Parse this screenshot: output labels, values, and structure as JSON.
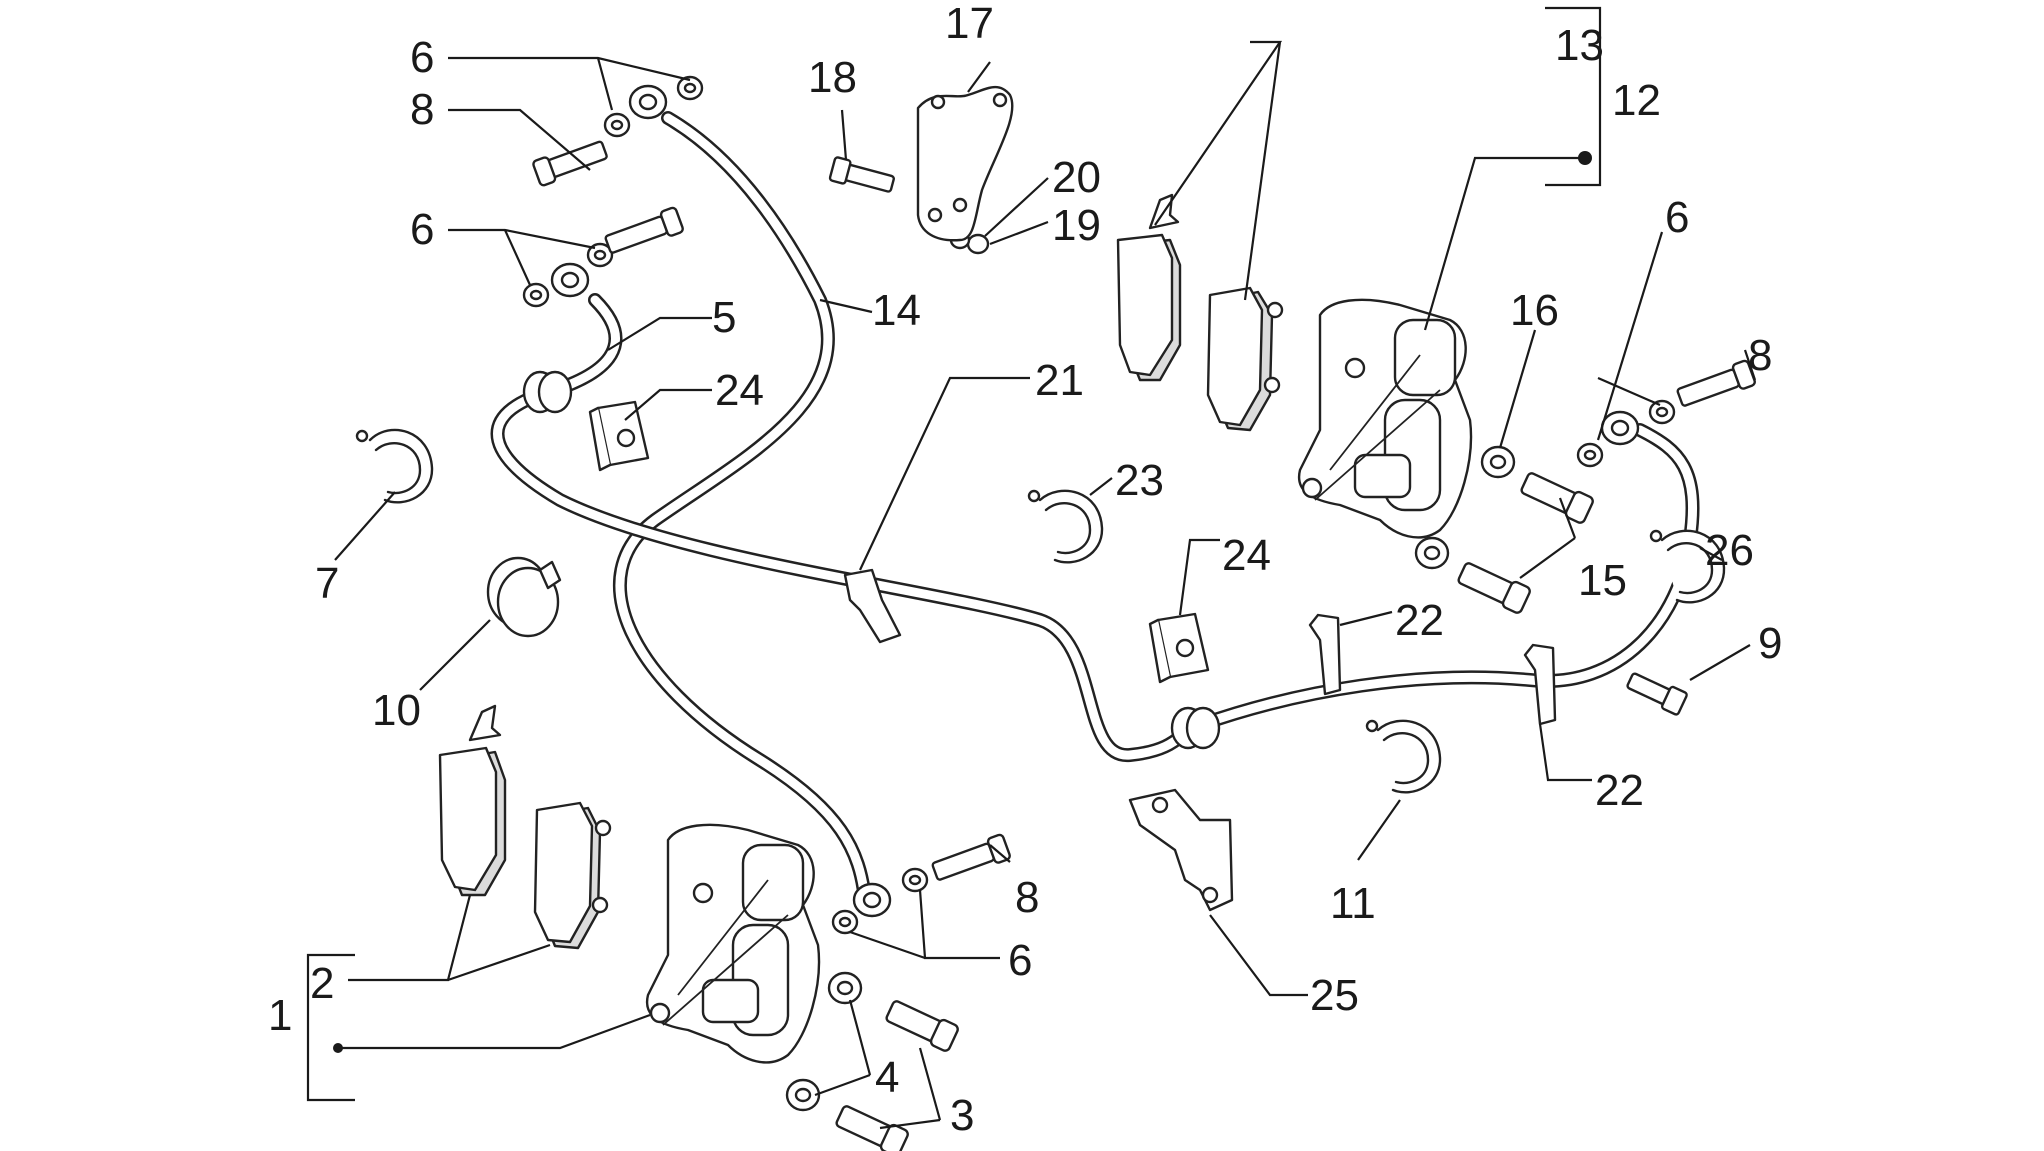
{
  "callouts": [
    "1",
    "2",
    "3",
    "4",
    "5",
    "6",
    "7",
    "8",
    "9",
    "10",
    "11",
    "12",
    "13",
    "14",
    "15",
    "16",
    "17",
    "18",
    "19",
    "20",
    "21",
    "22",
    "23",
    "24",
    "25",
    "26"
  ],
  "colors": {
    "ink": "#1a1a1a",
    "background": "#ffffff",
    "fill": "#dcdcdc"
  }
}
